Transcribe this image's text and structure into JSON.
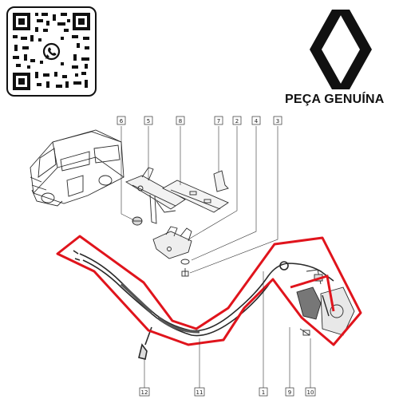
{
  "brand": {
    "tagline": "PEÇA GENUÍNA",
    "logo_icon": "renault-diamond-logo",
    "qr_icon": "whatsapp-qr-code"
  },
  "colors": {
    "highlight": "#e0141c",
    "linework": "#2a2a2a"
  },
  "diagram": {
    "callouts": [
      "6",
      "5",
      "8",
      "7",
      "2",
      "4",
      "3",
      "12",
      "11",
      "1",
      "9",
      "10"
    ]
  }
}
